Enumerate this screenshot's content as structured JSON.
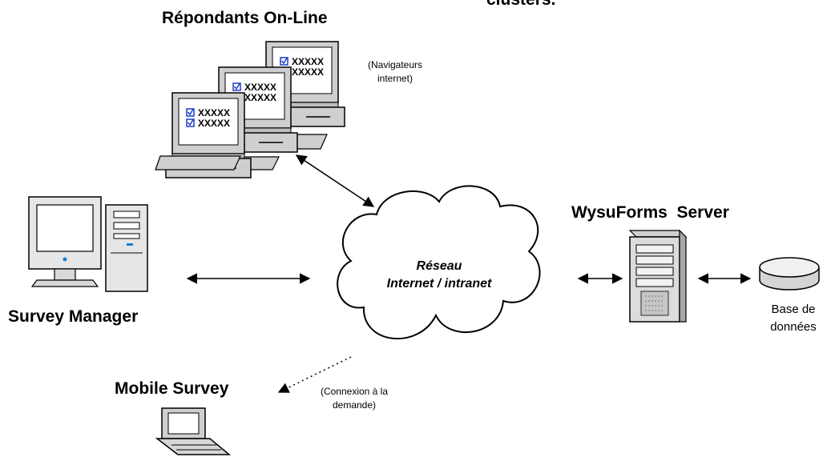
{
  "labels": {
    "top_cut_text": "clusters.",
    "respondents_title": "Répondants On-Line",
    "browsers_line1": "(Navigateurs",
    "browsers_line2": "internet)",
    "survey_manager": "Survey Manager",
    "cloud_line1": "Réseau",
    "cloud_line2": "Internet / intranet",
    "server_title": "WysuForms  Server",
    "db_line1": "Base de",
    "db_line2": "données",
    "mobile_survey": "Mobile Survey",
    "connection_line1": "(Connexion à la",
    "connection_line2": "demande)",
    "form_item_text": "XXXXX"
  },
  "connections": [
    {
      "from": "respondants",
      "to": "network",
      "style": "solid",
      "direction": "both"
    },
    {
      "from": "survey-manager",
      "to": "network",
      "style": "solid",
      "direction": "both"
    },
    {
      "from": "network",
      "to": "server",
      "style": "solid",
      "direction": "both"
    },
    {
      "from": "server",
      "to": "database",
      "style": "solid",
      "direction": "both"
    },
    {
      "from": "network",
      "to": "mobile-survey",
      "style": "dotted",
      "direction": "to-mobile"
    }
  ]
}
